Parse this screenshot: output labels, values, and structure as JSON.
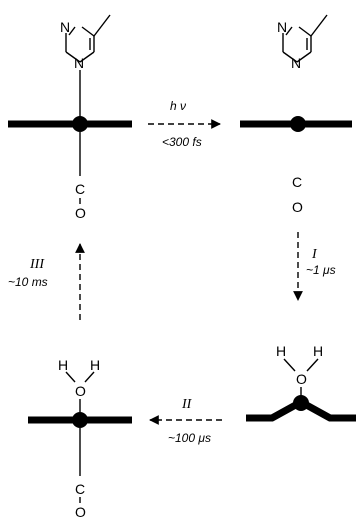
{
  "atoms": {
    "N": "N",
    "C": "C",
    "O": "O",
    "H": "H"
  },
  "arrows": {
    "photolysis": {
      "label": "h ν",
      "time": "<300 fs"
    },
    "step_I": {
      "label": "I",
      "time": "~1 μs"
    },
    "step_II": {
      "label": "II",
      "time": "~100 μs"
    },
    "step_III": {
      "label": "III",
      "time": "~10 ms"
    }
  }
}
